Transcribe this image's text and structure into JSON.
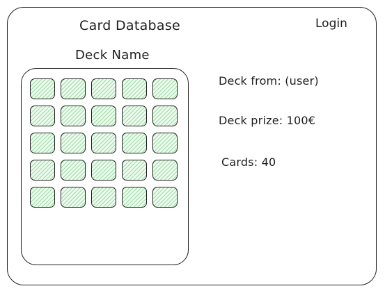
{
  "header": {
    "title": "Card Database",
    "login_label": "Login"
  },
  "deck": {
    "name": "Deck Name",
    "card_slot_count": 25
  },
  "details": {
    "owner": "Deck from: (user)",
    "price": "Deck prize: 100€",
    "cards": "Cards: 40"
  },
  "colors": {
    "stroke": "#1e1e1e",
    "card_fill": "#ecfaee",
    "card_hatch": "#86d290"
  }
}
